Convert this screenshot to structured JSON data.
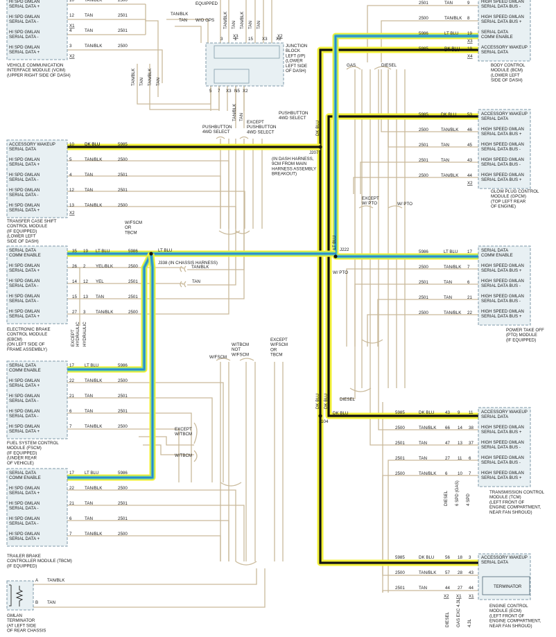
{
  "top_labels": {
    "equipped": "EQUIPPED",
    "tan_blk": "TAN/BLK",
    "tan": "TAN",
    "wo_gps": "W/O GPS",
    "x2": "X2",
    "x3": "X3"
  },
  "vcim": {
    "pins": [
      {
        "label1": "HI SPD GMLAN",
        "label2": "SERIAL DATA +",
        "pin": "10",
        "wire": "TAN/BLK",
        "circuit": "2500"
      },
      {
        "label1": "HI SPD GMLAN",
        "label2": "SERIAL DATA -",
        "pin": "12",
        "wire": "TAN",
        "circuit": "2501"
      },
      {
        "label1": "HI SPD GMLAN",
        "label2": "SERIAL DATA -",
        "pin": "4",
        "wire": "TAN",
        "circuit": "2501"
      },
      {
        "label1": "HI SPD GMLAN",
        "label2": "SERIAL DATA +",
        "pin": "3",
        "wire": "TAN/BLK",
        "circuit": "2500"
      }
    ],
    "conn_a": "X1",
    "conn_b": "X2",
    "name": "VEHICLE COMMUNICATION\nINTERFACE MODULE (VCIM)\n(UPPER RIGHT SIDE OF DASH)"
  },
  "junction": {
    "name": "JUNCTION\nBLOCK\nLEFT (I/P)\n(LOWER\nLEFT SIDE\nOF DASH)",
    "top_pins": [
      "3",
      "1",
      "15",
      "X3",
      "X2"
    ],
    "bot_pins": [
      "5",
      "7",
      "X3",
      "N5",
      "X2"
    ]
  },
  "tcsm": {
    "top_title": "PUSHBUTTON\n4WD SELECT",
    "except_title": "EXCEPT\nPUSHBUTTON\n4WD SELECT",
    "pins": [
      {
        "label1": "ACCESSORY WAKEUP",
        "label2": "SERIAL DATA",
        "pin": "10",
        "wire": "DK BLU",
        "circuit": "5985"
      },
      {
        "label1": "HI SPD GMLAN",
        "label2": "SERIAL DATA +",
        "pin": "5",
        "wire": "TAN/BLK",
        "circuit": "2500"
      },
      {
        "label1": "HI SPD GMLAN",
        "label2": "SERIAL DATA -",
        "pin": "4",
        "wire": "TAN",
        "circuit": "2501"
      },
      {
        "label1": "HI SPD GMLAN",
        "label2": "SERIAL DATA -",
        "pin": "12",
        "wire": "TAN",
        "circuit": "2501"
      },
      {
        "label1": "HI SPD GMLAN",
        "label2": "SERIAL DATA +",
        "pin": "13",
        "wire": "TAN/BLK",
        "circuit": "2500"
      }
    ],
    "conn": "X2",
    "name": "TRANSFER CASE SHIFT\nCONTROL MODULE\n(IF EQUIPPED)\n(LOWER LEFT\nSIDE OF DASH)"
  },
  "j207": {
    "label": "J207",
    "desc": "(IN DASH HARNESS,\n9CM FROM MAIN\nHARNESS ASSEMBLY\nBREAKOUT)",
    "pb": "PUSHBUTTON\n4WD SELECT",
    "dkblu": "DK BLU"
  },
  "ebcm": {
    "pins": [
      {
        "label1": "SERIAL DATA",
        "label2": "COMM ENABLE",
        "pin": "35",
        "pin2": "19",
        "wire": "LT BLU",
        "circuit": "5986"
      },
      {
        "label1": "HI SPD GMLAN",
        "label2": "SERIAL DATA +",
        "pin": "26",
        "pin2": "2",
        "wire": "YEL/BLK",
        "circuit": "2500"
      },
      {
        "label1": "HI SPD GMLAN",
        "label2": "SERIAL DATA -",
        "pin": "14",
        "pin2": "12",
        "wire": "YEL",
        "circuit": "2501"
      },
      {
        "label1": "HI SPD GMLAN",
        "label2": "SERIAL DATA -",
        "pin": "15",
        "pin2": "13",
        "wire": "TAN",
        "circuit": "2501"
      },
      {
        "label1": "HI SPD GMLAN",
        "label2": "SERIAL DATA +",
        "pin": "27",
        "pin2": "3",
        "wire": "TAN/BLK",
        "circuit": "2500"
      }
    ],
    "name": "ELECTRONIC BRAKE\nCONTROL MODULE\n(EBCM)\n(ON LEFT SIDE OF\nFRAME ASSEMBLY)",
    "except_hyd": "EXCEPT\nHYDRAULIC",
    "hyd": "HYDRAULIC"
  },
  "j338": {
    "label": "J338",
    "desc": "(IN CHASSIS HARNESS)",
    "ltblu": "LT BLU",
    "circuit": "5986",
    "tan_blk": "TAN/BLK",
    "tan": "TAN",
    "wfscm": "W/FSCM\nOR\nTBCM"
  },
  "j222": {
    "label": "J222",
    "wpto": "W/ PTO",
    "ltblu": "LT BLU"
  },
  "fscm": {
    "pins": [
      {
        "label1": "SERIAL DATA",
        "label2": "COMM ENABLE",
        "pin": "17",
        "wire": "LT BLU",
        "circuit": "5986"
      },
      {
        "label1": "HI SPD GMLAN",
        "label2": "SERIAL DATA +",
        "pin": "22",
        "wire": "TAN/BLK",
        "circuit": "2500"
      },
      {
        "label1": "HI SPD GMLAN",
        "label2": "SERIAL DATA -",
        "pin": "21",
        "wire": "TAN",
        "circuit": "2501"
      },
      {
        "label1": "HI SPD GMLAN",
        "label2": "SERIAL DATA -",
        "pin": "6",
        "wire": "TAN",
        "circuit": "2501"
      },
      {
        "label1": "HI SPD GMLAN",
        "label2": "SERIAL DATA +",
        "pin": "7",
        "wire": "TAN/BLK",
        "circuit": "2500"
      }
    ],
    "name": "FUEL SYSTEM CONTROL\nMODULE (FSCM)\n(IF EQUIPPED)\n(UNDER REAR\nOF VEHICLE)"
  },
  "tbcm": {
    "pins": [
      {
        "label1": "SERIAL DATA",
        "label2": "COMM ENABLE",
        "pin": "17",
        "wire": "LT BLU",
        "circuit": "5986"
      },
      {
        "label1": "HI SPD GMLAN",
        "label2": "SERIAL DATA +",
        "pin": "22",
        "wire": "TAN/BLK",
        "circuit": "2500"
      },
      {
        "label1": "HI SPD GMLAN",
        "label2": "SERIAL DATA -",
        "pin": "21",
        "wire": "TAN",
        "circuit": "2501"
      },
      {
        "label1": "HI SPD GMLAN",
        "label2": "SERIAL DATA -",
        "pin": "6",
        "wire": "TAN",
        "circuit": "2501"
      },
      {
        "label1": "HI SPD GMLAN",
        "label2": "SERIAL DATA +",
        "pin": "7",
        "wire": "TAN/BLK",
        "circuit": "2500"
      }
    ],
    "name": "TRAILER BRAKE\nCONTROLLER MODULE (TBCM)\n(IF EQUIPPED)"
  },
  "mid_labels": {
    "wfscm": "W/FSCM",
    "wtbcm_not": "W/TBCM\nNOT\nW/FSCM",
    "except_wfscm": "EXCEPT\nW/FSCM\nOR\nTBCM",
    "except_wtbcm": "EXCEPT\nW/TBCM",
    "wtbcm": "W/TBCM",
    "gas": "GAS",
    "diesel": "DIESEL",
    "except_wpto": "EXCEPT\nW/ PTO",
    "w_pto": "W/ PTO"
  },
  "terminator": {
    "pins": [
      {
        "pin": "A",
        "wire": "TAN/BLK"
      },
      {
        "pin": "B",
        "wire": "TAN"
      }
    ],
    "name": "GMLAN\nTERMINATOR\n(AT LEFT SIDE\nOF REAR CHASSIS"
  },
  "bcm": {
    "pins": [
      {
        "label1": "HIGH SPEED GMLAN",
        "label2": "SERIAL DATA BUS -",
        "pin": "9",
        "wire": "TAN",
        "circuit": "2501"
      },
      {
        "label1": "HIGH SPEED GMLAN",
        "label2": "SERIAL DATA BUS +",
        "pin": "8",
        "wire": "TAN/BLK",
        "circuit": "2500"
      },
      {
        "label1": "SERIAL DATA",
        "label2": "COMM ENABLE",
        "pin": "19",
        "wire": "LT BLU",
        "circuit": "5986"
      },
      {
        "label1": "ACCESSORY WAKEUP",
        "label2": "SERIAL DATA",
        "pin": "19",
        "wire": "DK BLU",
        "circuit": "5985"
      }
    ],
    "conn_a": "X3",
    "conn_b": "X4",
    "name": "BODY CONTROL\nMODULE (BCM)\n(LOWER LEFT\nSIDE OF DASH)"
  },
  "gpcm": {
    "pins": [
      {
        "label1": "ACCESSORY WAKEUP",
        "label2": "SERIAL DATA",
        "pin": "53",
        "wire": "DK BLU",
        "circuit": "5985"
      },
      {
        "label1": "HIGH SPEED GMLAN",
        "label2": "SERIAL DATA BUS +",
        "pin": "46",
        "wire": "TAN/BLK",
        "circuit": "2500"
      },
      {
        "label1": "HIGH SPEED GMLAN",
        "label2": "SERIAL DATA BUS -",
        "pin": "45",
        "wire": "TAN",
        "circuit": "2501"
      },
      {
        "label1": "HIGH SPEED GMLAN",
        "label2": "SERIAL DATA BUS -",
        "pin": "43",
        "wire": "TAN",
        "circuit": "2501"
      },
      {
        "label1": "HIGH SPEED GMLAN",
        "label2": "SERIAL DATA BUS +",
        "pin": "44",
        "wire": "TAN/BLK",
        "circuit": "2500"
      }
    ],
    "conn": "X2",
    "name": "GLOW PLUG CONTROL\nMODULE (GPCM)\n(TOP LEFT REAR\nOF ENGINE)"
  },
  "pto": {
    "pins": [
      {
        "label1": "SERIAL DATA",
        "label2": "COMM ENABLE",
        "pin": "17",
        "wire": "LT BLU",
        "circuit": "5986"
      },
      {
        "label1": "HIGH SPEED GMLAN",
        "label2": "SERIAL DATA BUS +",
        "pin": "7",
        "wire": "TAN/BLK",
        "circuit": "2500"
      },
      {
        "label1": "HIGH SPEED GMLAN",
        "label2": "SERIAL DATA BUS -",
        "pin": "6",
        "wire": "TAN",
        "circuit": "2501"
      },
      {
        "label1": "HIGH SPEED GMLAN",
        "label2": "SERIAL DATA BUS -",
        "pin": "21",
        "wire": "TAN",
        "circuit": "2501"
      },
      {
        "label1": "HIGH SPEED GMLAN",
        "label2": "SERIAL DATA BUS +",
        "pin": "22",
        "wire": "TAN/BLK",
        "circuit": "2500"
      }
    ],
    "name": "POWER TAKE OFF\n(PTO) MODULE\n(IF EQUIPPED)"
  },
  "j104": {
    "label": "J104",
    "diesel": "DIESEL",
    "dkblu": "DK BLU"
  },
  "tcm": {
    "pins": [
      {
        "label1": "ACCESSORY WAKEUP",
        "label2": "SERIAL DATA",
        "c1": "9",
        "c2": "11",
        "circuit": "5985",
        "wire": "DK BLU",
        "pin": "43"
      },
      {
        "label1": "HIGH SPEED GMLAN",
        "label2": "SERIAL DATA BUS +",
        "c1": "14",
        "c2": "38",
        "circuit": "2500",
        "wire": "TAN/BLK",
        "pin": "66"
      },
      {
        "label1": "HIGH SPEED GMLAN",
        "label2": "SERIAL DATA BUS -",
        "c1": "13",
        "c2": "37",
        "circuit": "2501",
        "wire": "TAN",
        "pin": "47"
      },
      {
        "label1": "HIGH SPEED GMLAN",
        "label2": "SERIAL DATA BUS -",
        "c1": "11",
        "c2": "6",
        "circuit": "2501",
        "wire": "TAN",
        "pin": "27"
      },
      {
        "label1": "HIGH SPEED GMLAN",
        "label2": "SERIAL DATA BUS +",
        "c1": "10",
        "c2": "7",
        "circuit": "2500",
        "wire": "TAN/BLK",
        "pin": "6"
      }
    ],
    "vlabels": [
      "DIESEL",
      "6 SPD (GAS)",
      "4 SPD"
    ],
    "name": "TRANSMISSION CONTROL\nMODULE (TCM)\n(LEFT FRONT OF\nENGINE COMPARTMENT,\nNEAR FAN SHROUD)"
  },
  "ecm": {
    "pins": [
      {
        "label1": "ACCESSORY WAKEUP",
        "label2": "SERIAL DATA",
        "circuit": "5985",
        "wire": "DK BLU",
        "pin": "56",
        "c1": "18",
        "c2": "3"
      },
      {
        "label1": "",
        "label2": "",
        "circuit": "2500",
        "wire": "TAN/BLK",
        "pin": "57",
        "c1": "28",
        "c2": "43"
      },
      {
        "label1": "",
        "label2": "",
        "circuit": "2501",
        "wire": "TAN",
        "pin": "44",
        "c1": "27",
        "c2": "44"
      }
    ],
    "terminator": "TERMINATOR",
    "conns": [
      "X2",
      "X1",
      "X1"
    ],
    "vlabels": [
      "DIESEL",
      "GAS EXC 4.3L",
      "4.3L"
    ],
    "name": "ENGINE CONTROL\nMODULE (ECM)\n(LEFT FRONT OF\nENGINE COMPARTMENT,\nNEAR FAN SHROUD)"
  }
}
